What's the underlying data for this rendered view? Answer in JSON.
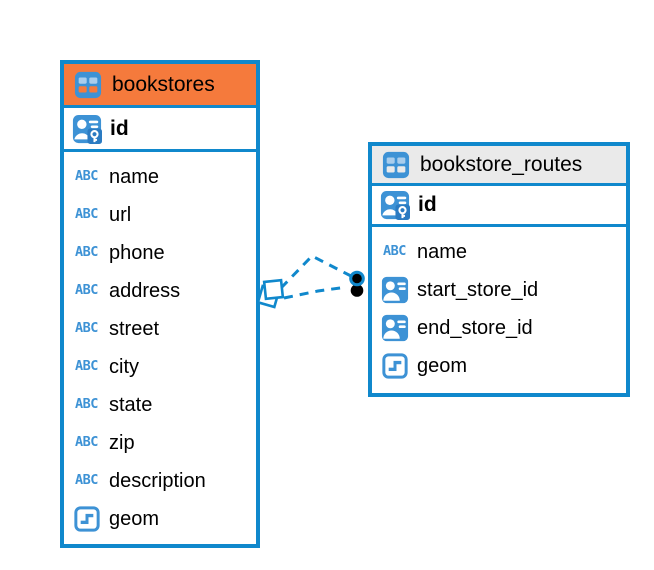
{
  "icons": {
    "text_type_glyph": "ABC"
  },
  "colors": {
    "accent_blue": "#1088CC",
    "icon_blue": "#3D92D5",
    "bookstores_header": "#F57A3C",
    "routes_header": "#EAEAEA",
    "connector_dot": "#000000"
  },
  "diagram": {
    "tables": [
      {
        "name": "bookstores",
        "primary_key": {
          "name": "id",
          "type": "primary-key"
        },
        "columns": [
          {
            "name": "name",
            "type": "text"
          },
          {
            "name": "url",
            "type": "text"
          },
          {
            "name": "phone",
            "type": "text"
          },
          {
            "name": "address",
            "type": "text"
          },
          {
            "name": "street",
            "type": "text"
          },
          {
            "name": "city",
            "type": "text"
          },
          {
            "name": "state",
            "type": "text"
          },
          {
            "name": "zip",
            "type": "text"
          },
          {
            "name": "description",
            "type": "text"
          },
          {
            "name": "geom",
            "type": "geometry"
          }
        ]
      },
      {
        "name": "bookstore_routes",
        "primary_key": {
          "name": "id",
          "type": "primary-key"
        },
        "columns": [
          {
            "name": "name",
            "type": "text"
          },
          {
            "name": "start_store_id",
            "type": "foreign-key"
          },
          {
            "name": "end_store_id",
            "type": "foreign-key"
          },
          {
            "name": "geom",
            "type": "geometry"
          }
        ]
      }
    ],
    "connections": [
      {
        "from_table": "bookstores",
        "to_table": "bookstore_routes",
        "style": "dashed"
      },
      {
        "from_table": "bookstores",
        "to_table": "bookstore_routes",
        "style": "dashed"
      }
    ]
  }
}
